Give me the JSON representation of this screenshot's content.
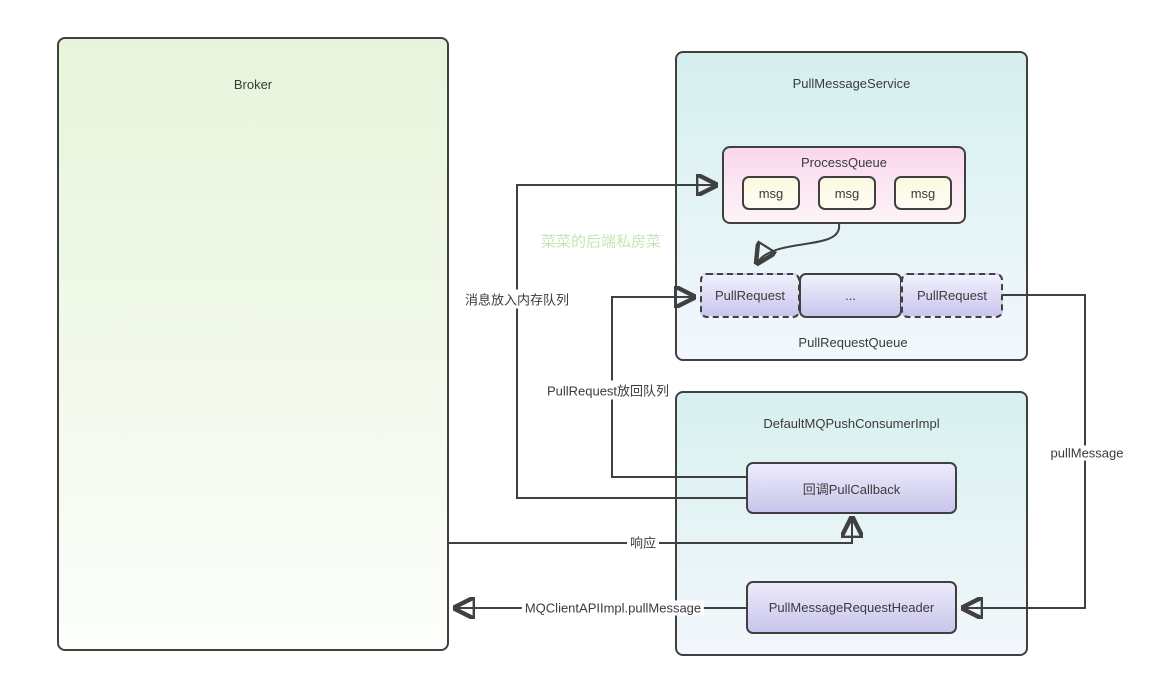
{
  "diagram": {
    "watermark": "菜菜的后端私房菜",
    "broker": {
      "title": "Broker"
    },
    "pull_message_service": {
      "title": "PullMessageService",
      "process_queue": {
        "title": "ProcessQueue",
        "messages": [
          "msg",
          "msg",
          "msg"
        ]
      },
      "pull_request_queue": {
        "caption": "PullRequestQueue",
        "items": [
          "PullRequest",
          "...",
          "PullRequest"
        ]
      }
    },
    "consumer": {
      "title": "DefaultMQPushConsumerImpl",
      "callback_label": "回调PullCallback",
      "header_label": "PullMessageRequestHeader"
    },
    "edge_labels": {
      "put_memory_queue": "消息放入内存队列",
      "putback_queue": "PullRequest放回队列",
      "response": "响应",
      "api_call": "MQClientAPIImpl.pullMessage",
      "pull_message": "pullMessage"
    },
    "colors": {
      "border": "#404040",
      "broker_fill_top": "#e7f4db",
      "service_fill_top": "#d5efee",
      "process_queue_fill_top": "#f9d7ee",
      "msg_fill": "#fbf8e0",
      "purple_fill_top": "#f2f1fd",
      "purple_fill_bottom": "#c8c5ec",
      "watermark_green": "#c4e7b2"
    }
  }
}
